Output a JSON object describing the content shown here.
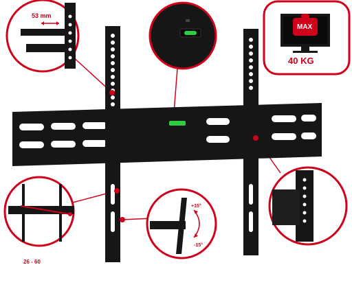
{
  "labels": {
    "hole_spacing": "53 mm",
    "max_badge": "MAX",
    "max_load": "40 KG",
    "tilt_up": "+15°",
    "tilt_down": "-15°",
    "screen_size": "26 - 60"
  },
  "colors": {
    "accent": "#d0021b",
    "metal": "#161616",
    "level_bubble": "#2ecc40"
  }
}
